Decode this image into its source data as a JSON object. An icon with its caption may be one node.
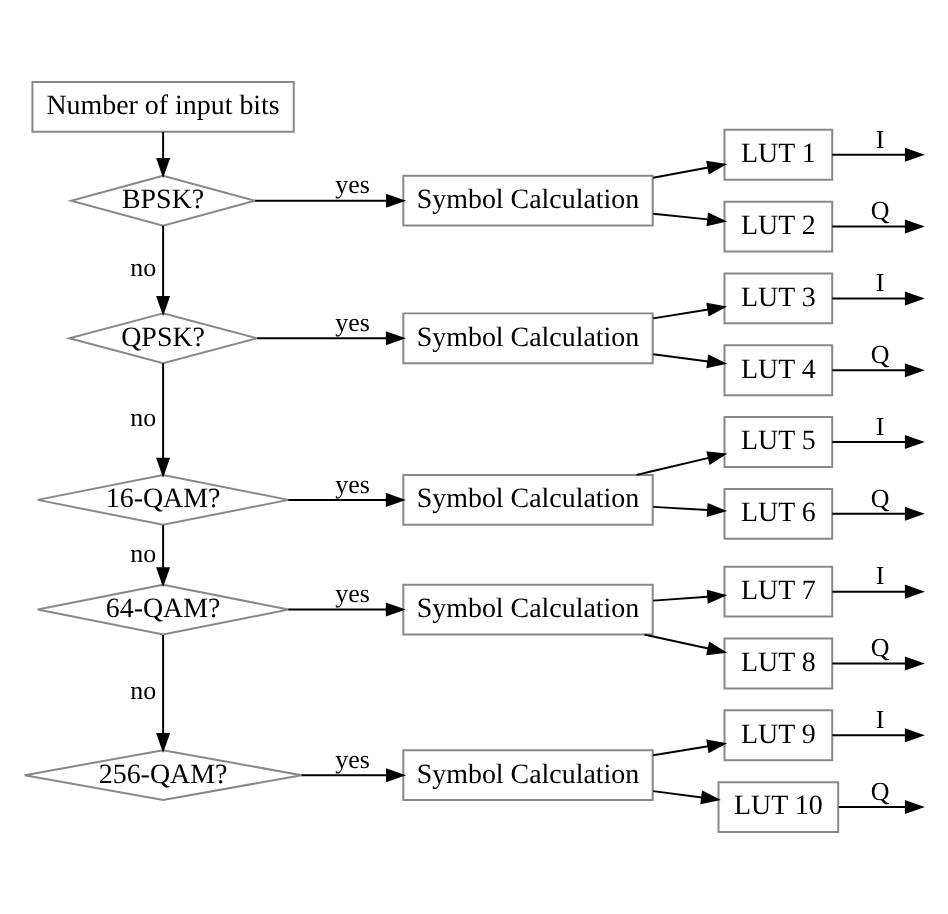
{
  "diagram": {
    "nodes": [
      {
        "text": [
          "Number of input bits"
        ]
      },
      {
        "text": [
          "BPSK?"
        ]
      },
      {
        "text": [
          "QPSK?"
        ]
      },
      {
        "text": [
          "16-QAM?"
        ]
      },
      {
        "text": [
          "64-QAM?"
        ]
      },
      {
        "text": [
          "256-QAM?"
        ]
      },
      {
        "text": [
          "Symbol Calculation"
        ]
      },
      {
        "text": [
          "Symbol Calculation"
        ]
      },
      {
        "text": [
          "Symbol Calculation"
        ]
      },
      {
        "text": [
          "Symbol Calculation"
        ]
      },
      {
        "text": [
          "Symbol Calculation"
        ]
      },
      {
        "text": [
          "LUT 1"
        ]
      },
      {
        "text": [
          "LUT 2"
        ]
      },
      {
        "text": [
          "LUT 3"
        ]
      },
      {
        "text": [
          "LUT 4"
        ]
      },
      {
        "text": [
          "LUT 5"
        ]
      },
      {
        "text": [
          "LUT 6"
        ]
      },
      {
        "text": [
          "LUT 7"
        ]
      },
      {
        "text": [
          "LUT 8"
        ]
      },
      {
        "text": [
          "LUT 9"
        ]
      },
      {
        "text": [
          "LUT 10"
        ]
      }
    ],
    "edges": [
      {
        "from": 0,
        "to": 1,
        "arrow": "to"
      },
      {
        "from": 1,
        "to": 6,
        "arrow": "to",
        "label": "yes"
      },
      {
        "from": 1,
        "to": 2,
        "arrow": "to",
        "label": "no"
      },
      {
        "from": 2,
        "to": 7,
        "arrow": "to",
        "label": "yes"
      },
      {
        "from": 2,
        "to": 3,
        "arrow": "to",
        "label": "no"
      },
      {
        "from": 3,
        "to": 8,
        "arrow": "to",
        "label": "yes"
      },
      {
        "from": 3,
        "to": 4,
        "arrow": "to",
        "label": "no"
      },
      {
        "from": 4,
        "to": 9,
        "arrow": "to",
        "label": "yes"
      },
      {
        "from": 4,
        "to": 5,
        "arrow": "to",
        "label": "no"
      },
      {
        "from": 5,
        "to": 10,
        "arrow": "to",
        "label": "yes"
      },
      {
        "from": 6,
        "to": 11,
        "arrow": "to"
      },
      {
        "from": 6,
        "to": 12,
        "arrow": "to"
      },
      {
        "from": 7,
        "to": 13,
        "arrow": "to"
      },
      {
        "from": 7,
        "to": 14,
        "arrow": "to"
      },
      {
        "from": 8,
        "to": 15,
        "arrow": "to"
      },
      {
        "from": 8,
        "to": 16,
        "arrow": "to"
      },
      {
        "from": 9,
        "to": 17,
        "arrow": "to"
      },
      {
        "from": 9,
        "to": 18,
        "arrow": "to"
      },
      {
        "from": 10,
        "to": 19,
        "arrow": "to"
      },
      {
        "from": 10,
        "to": 20,
        "arrow": "to"
      },
      {
        "from": 11,
        "to": null,
        "arrow": "to",
        "label": "I"
      },
      {
        "from": 12,
        "to": null,
        "arrow": "to",
        "label": "Q"
      },
      {
        "from": 13,
        "to": null,
        "arrow": "to",
        "label": "I"
      },
      {
        "from": 14,
        "to": null,
        "arrow": "to",
        "label": "Q"
      },
      {
        "from": 15,
        "to": null,
        "arrow": "to",
        "label": "I"
      },
      {
        "from": 16,
        "to": null,
        "arrow": "to",
        "label": "Q"
      },
      {
        "from": 17,
        "to": null,
        "arrow": "to",
        "label": "I"
      },
      {
        "from": 18,
        "to": null,
        "arrow": "to",
        "label": "Q"
      },
      {
        "from": 19,
        "to": null,
        "arrow": "to",
        "label": "I"
      },
      {
        "from": 20,
        "to": null,
        "arrow": "to",
        "label": "Q"
      }
    ]
  }
}
